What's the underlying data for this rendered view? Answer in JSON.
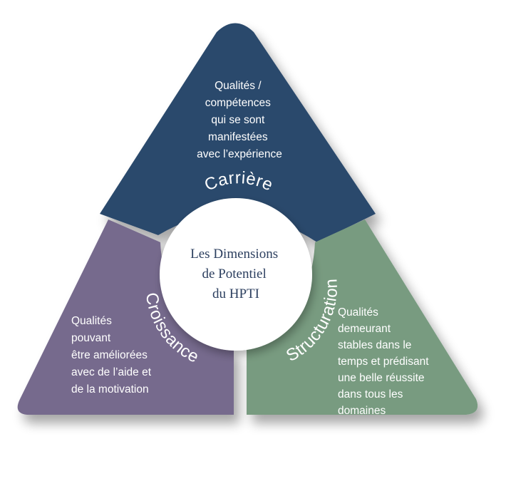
{
  "center": {
    "lines": [
      "Les Dimensions",
      "de Potentiel",
      "du HPTI"
    ]
  },
  "top": {
    "title": "Carrière",
    "lines": [
      "Qualités /",
      "compétences",
      "qui se sont",
      "manifestées",
      "avec l’expérience"
    ],
    "color": "#2b4a6c"
  },
  "left": {
    "title": "Croissance",
    "lines": [
      "Qualités",
      "pouvant",
      "être améliorées",
      "avec de l’aide et",
      "de la motivation"
    ],
    "color": "#766a8d"
  },
  "right": {
    "title": "Structuration",
    "lines": [
      "Qualités",
      "demeurant",
      "stables dans le",
      "temps et prédisant",
      "une belle réussite",
      "dans tous les",
      "domaines"
    ],
    "color": "#789b80"
  }
}
